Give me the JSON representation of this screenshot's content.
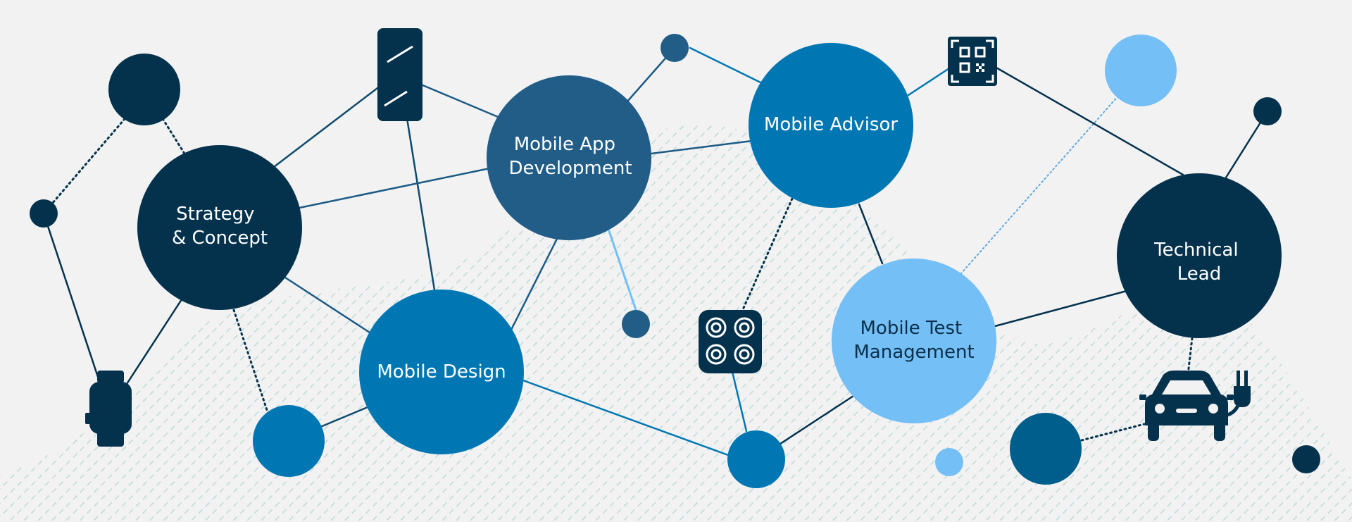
{
  "colors": {
    "background": "#f2f2f2",
    "hatch": "#bfd9d9",
    "navy": "#04324d",
    "slate": "#215d87",
    "blue": "#0077b3",
    "light_blue": "#74bff6",
    "steel": "#005e8d",
    "label_light": "#ffffff",
    "label_dark": "#0b2f4a"
  },
  "nodes": {
    "strategy": {
      "lines": [
        "Strategy",
        "& Concept"
      ]
    },
    "app_dev": {
      "lines": [
        "Mobile App",
        "Development"
      ]
    },
    "advisor": {
      "lines": [
        "Mobile Advisor"
      ]
    },
    "design": {
      "lines": [
        "Mobile Design"
      ]
    },
    "test_mgmt": {
      "lines": [
        "Mobile Test",
        "Management"
      ]
    },
    "tech_lead": {
      "lines": [
        "Technical",
        "Lead"
      ]
    }
  },
  "icons": [
    "smartwatch-icon",
    "smartphone-icon",
    "qr-code-icon",
    "cooktop-icon",
    "electric-car-icon"
  ]
}
